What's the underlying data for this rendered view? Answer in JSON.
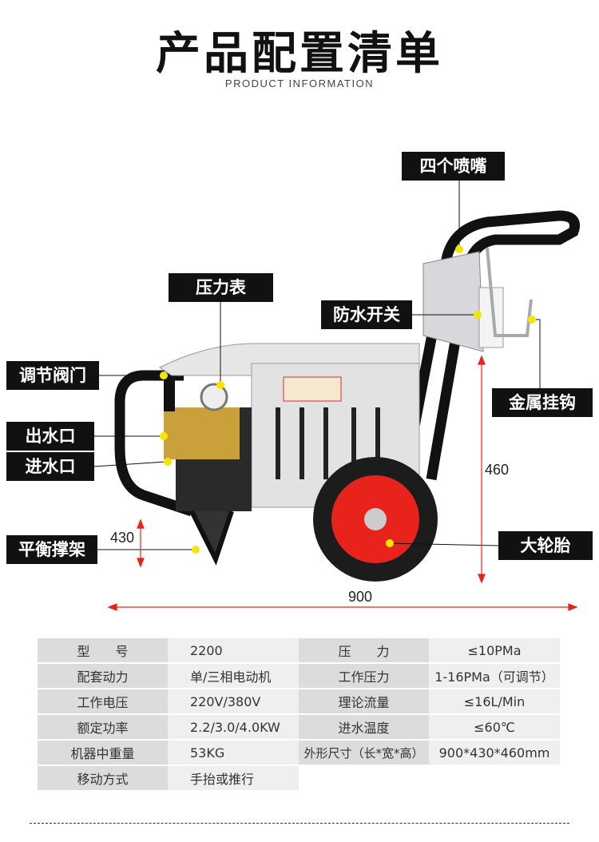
{
  "header": {
    "title": "产品配置清单",
    "subtitle": "PRODUCT INFORMATION"
  },
  "callouts": {
    "nozzles": "四个喷嘴",
    "gauge": "压力表",
    "switch": "防水开关",
    "valve": "调节阀门",
    "hook": "金属挂钩",
    "outlet": "出水口",
    "inlet": "进水口",
    "stand": "平衡撑架",
    "tire": "大轮胎"
  },
  "dimensions": {
    "height": "460",
    "stand_height": "430",
    "length": "900"
  },
  "colors": {
    "label_bg": "#111111",
    "dot": "#f5e600",
    "wheel": "#e8231c"
  },
  "specs": [
    [
      "型　　号",
      "2200",
      "压　　力",
      "≤10PMa"
    ],
    [
      "配套动力",
      "单/三相电动机",
      "工作压力",
      "1-16PMa（可调节）"
    ],
    [
      "工作电压",
      "220V/380V",
      "理论流量",
      "≤16L/Min"
    ],
    [
      "额定功率",
      "2.2/3.0/4.0KW",
      "进水温度",
      "≤60℃"
    ],
    [
      "机器中重量",
      "53KG",
      "外形尺寸（长*宽*高）",
      "900*430*460mm"
    ],
    [
      "移动方式",
      "手抬或推行"
    ]
  ]
}
